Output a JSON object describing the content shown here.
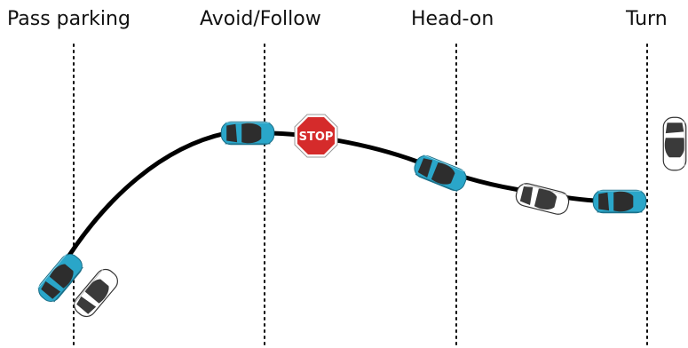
{
  "scenarios": [
    {
      "id": "pass-parking",
      "label": "Pass parking"
    },
    {
      "id": "avoid-follow",
      "label": "Avoid/Follow"
    },
    {
      "id": "head-on",
      "label": "Head-on"
    },
    {
      "id": "turn",
      "label": "Turn"
    }
  ],
  "stop_sign": {
    "text": "STOP",
    "color": "#d52b2b"
  },
  "colors": {
    "ego_car": "#2aa6c9",
    "other_car": "#ffffff",
    "path": "#000000"
  }
}
